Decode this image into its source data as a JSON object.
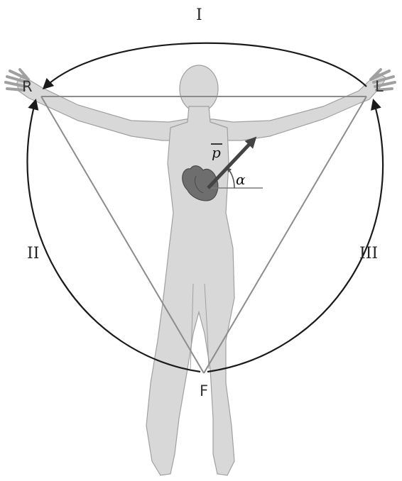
{
  "leads": {
    "lead1": "I",
    "lead2": "II",
    "lead3": "III"
  },
  "electrodes": {
    "right": "R",
    "left": "L",
    "foot": "F"
  },
  "vector": {
    "symbol": "p",
    "angle_symbol": "α"
  },
  "colors": {
    "body": "#d8d8d8",
    "body_outline": "#a0a0a0",
    "heart": "#6e6e6e",
    "triangle": "#8c8c8c",
    "arc": "#1a1a1a",
    "arrow": "#444444"
  }
}
